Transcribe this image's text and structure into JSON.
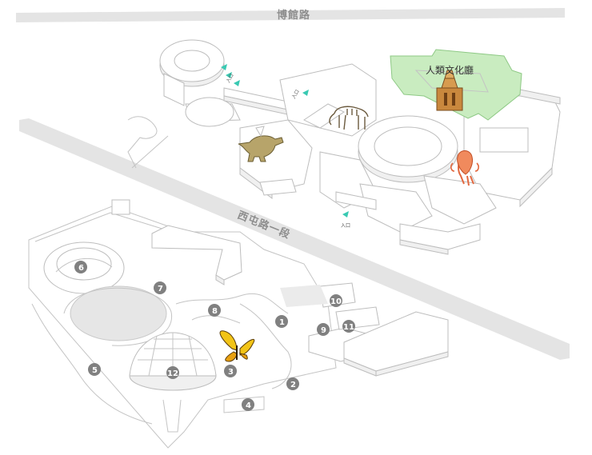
{
  "roads": {
    "top": "博館路",
    "middle": "西屯路一段"
  },
  "halls": {
    "highlighted": "人類文化廳",
    "highlight_color": "#c9ecc0"
  },
  "entrance_label": "入口",
  "garden_markers": [
    "1",
    "2",
    "3",
    "4",
    "5",
    "6",
    "7",
    "8",
    "9",
    "10",
    "11",
    "12"
  ],
  "marker_color": "#808080",
  "icons": [
    "dinosaur-icon",
    "mammoth-skeleton-icon",
    "squid-icon",
    "pagoda-icon",
    "butterfly-icon",
    "entrance-arrow-icon"
  ]
}
